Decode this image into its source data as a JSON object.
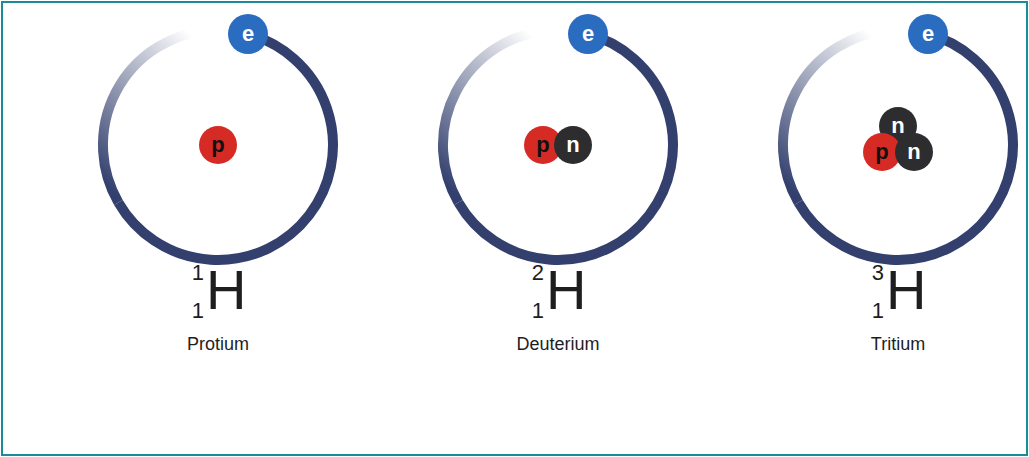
{
  "diagram": {
    "nodes": [
      {
        "text": [
          "e"
        ]
      },
      {
        "text": [
          "p"
        ]
      },
      {
        "text": [
          "e"
        ]
      },
      {
        "text": [
          "p"
        ]
      },
      {
        "text": [
          "n"
        ]
      },
      {
        "text": [
          "e"
        ]
      },
      {
        "text": [
          "n"
        ]
      },
      {
        "text": [
          "p"
        ]
      },
      {
        "text": [
          "n"
        ]
      }
    ],
    "labels": [
      "1",
      "1",
      "H",
      "Protium",
      "2",
      "1",
      "H",
      "Deuterium",
      "3",
      "1",
      "H",
      "Tritium"
    ]
  }
}
